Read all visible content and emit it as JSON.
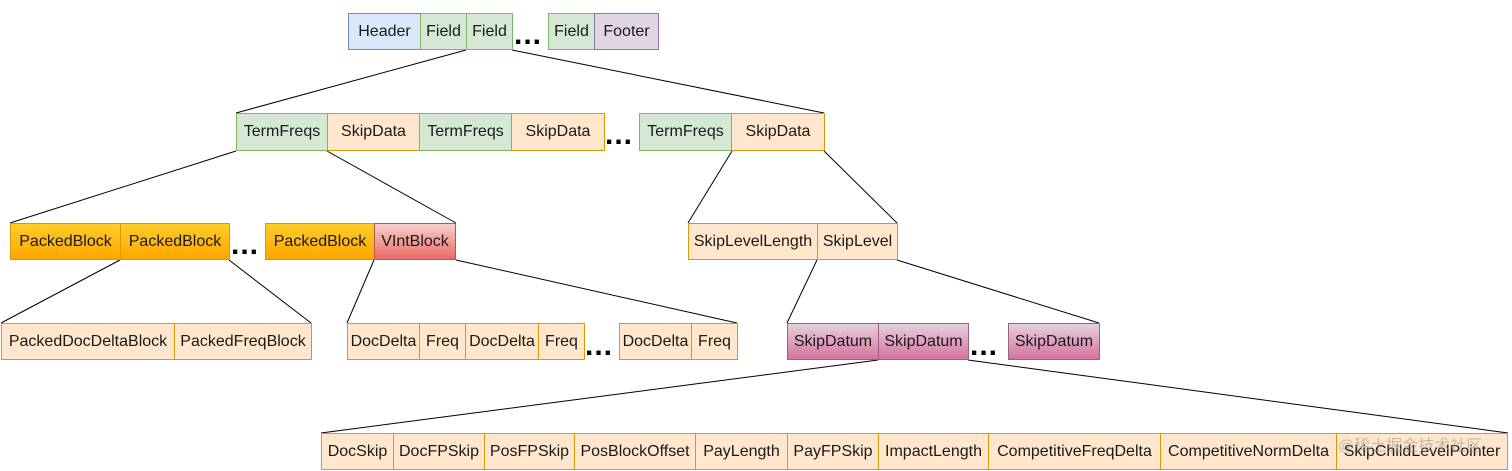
{
  "rows": {
    "top": [
      "Header",
      "Field",
      "Field",
      "Field",
      "Footer"
    ],
    "field": [
      "TermFreqs",
      "SkipData",
      "TermFreqs",
      "SkipData",
      "TermFreqs",
      "SkipData"
    ],
    "blocks": [
      "PackedBlock",
      "PackedBlock",
      "PackedBlock",
      "VIntBlock"
    ],
    "skiphdr": [
      "SkipLevelLength",
      "SkipLevel"
    ],
    "packed": [
      "PackedDocDeltaBlock",
      "PackedFreqBlock"
    ],
    "vint": [
      "DocDelta",
      "Freq",
      "DocDelta",
      "Freq",
      "DocDelta",
      "Freq"
    ],
    "datum": [
      "SkipDatum",
      "SkipDatum",
      "SkipDatum"
    ],
    "datumfields": [
      "DocSkip",
      "DocFPSkip",
      "PosFPSkip",
      "PosBlockOffset",
      "PayLength",
      "PayFPSkip",
      "ImpactLength",
      "CompetitiveFreqDelta",
      "CompetitiveNormDelta",
      "SkipChildLevelPointer"
    ]
  },
  "ellipsis": "...",
  "watermark": "@稀土掘金技术社区",
  "colors": {
    "header": "#dae8fc",
    "field": "#d5e8d4",
    "footer": "#e1d5e7",
    "skipdata": "#ffe6cc",
    "packedblock": "#ffb000",
    "vintblock": "#ea6b66",
    "skipdatum": "#d5739d",
    "line": "#000000"
  }
}
